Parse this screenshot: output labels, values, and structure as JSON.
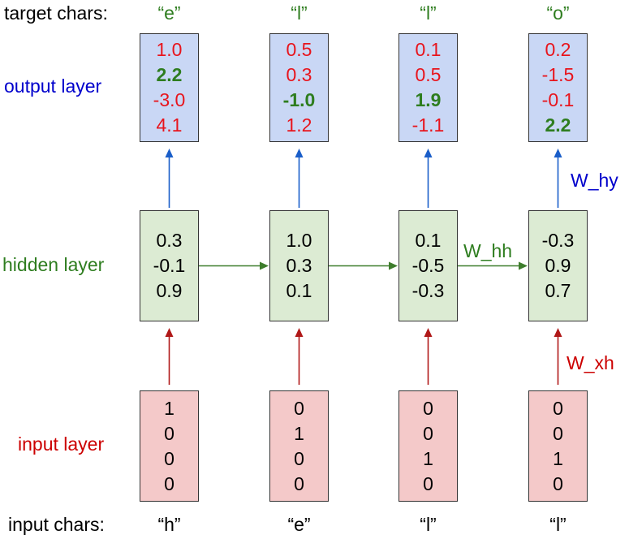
{
  "labels": {
    "target_chars": "target chars:",
    "output_layer": "output layer",
    "hidden_layer": "hidden layer",
    "input_layer": "input layer",
    "input_chars": "input chars:"
  },
  "weights": {
    "hy": "W_hy",
    "hh": "W_hh",
    "xh": "W_xh"
  },
  "colors": {
    "output_text": "#0000cc",
    "hidden_text": "#2e7d1f",
    "input_text": "#cc0000",
    "blue_arrow": "#1a5ec9",
    "green_arrow": "#3e7d2c",
    "red_arrow": "#b01818"
  },
  "columns": [
    {
      "target_char": "“e”",
      "input_char": "“h”",
      "output": [
        "1.0",
        "2.2",
        "-3.0",
        "4.1"
      ],
      "output_highlight": 1,
      "hidden": [
        "0.3",
        "-0.1",
        "0.9"
      ],
      "input": [
        "1",
        "0",
        "0",
        "0"
      ]
    },
    {
      "target_char": "“l”",
      "input_char": "“e”",
      "output": [
        "0.5",
        "0.3",
        "-1.0",
        "1.2"
      ],
      "output_highlight": 2,
      "hidden": [
        "1.0",
        "0.3",
        "0.1"
      ],
      "input": [
        "0",
        "1",
        "0",
        "0"
      ]
    },
    {
      "target_char": "“l”",
      "input_char": "“l”",
      "output": [
        "0.1",
        "0.5",
        "1.9",
        "-1.1"
      ],
      "output_highlight": 2,
      "hidden": [
        "0.1",
        "-0.5",
        "-0.3"
      ],
      "input": [
        "0",
        "0",
        "1",
        "0"
      ]
    },
    {
      "target_char": "“o”",
      "input_char": "“l”",
      "output": [
        "0.2",
        "-1.5",
        "-0.1",
        "2.2"
      ],
      "output_highlight": 3,
      "hidden": [
        "-0.3",
        "0.9",
        "0.7"
      ],
      "input": [
        "0",
        "0",
        "1",
        "0"
      ]
    }
  ]
}
